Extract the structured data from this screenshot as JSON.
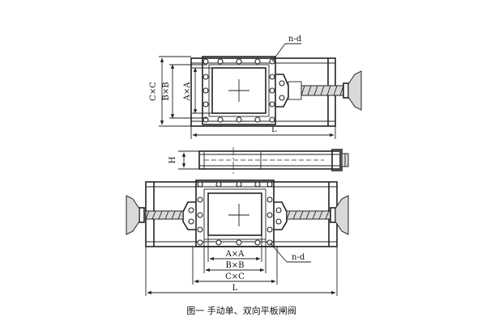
{
  "caption": "图一  手动单、双向平板闸阀",
  "labels": {
    "top_nd": "n-d",
    "bottom_nd": "n-d",
    "top_cc": "C×C",
    "top_bb": "B×B",
    "top_aa": "A×A",
    "top_l": "L",
    "side_h": "H",
    "bottom_aa": "A×A",
    "bottom_bb": "B×B",
    "bottom_cc": "C×C",
    "bottom_l": "L"
  }
}
